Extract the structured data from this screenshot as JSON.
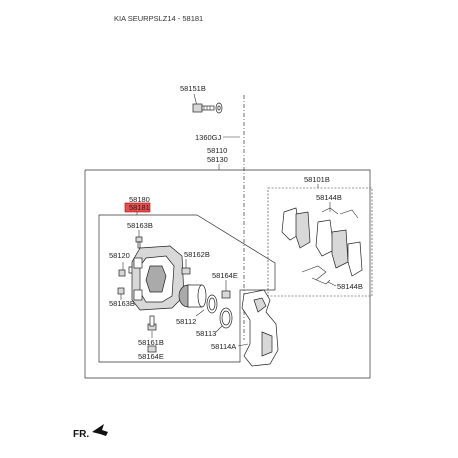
{
  "header": {
    "title": "KIA SEURPSLZ14 - 58181"
  },
  "labels": {
    "p58151B": "58151B",
    "p1360GJ": "1360GJ",
    "p58110": "58110",
    "p58130": "58130",
    "p58101B": "58101B",
    "p58144B_top": "58144B",
    "p58144B_bottom": "58144B",
    "p58180": "58180",
    "p58181": "58181",
    "p58163B_top": "58163B",
    "p58120": "58120",
    "p58162B": "58162B",
    "p58164E_top": "58164E",
    "p58163B_bottom": "58163B",
    "p58112": "58112",
    "p58113": "58113",
    "p58161B": "58161B",
    "p58114A": "58114A",
    "p58164E_bottom": "58164E"
  },
  "highlight_color": "#e03030",
  "front_marker": {
    "label": "FR."
  }
}
